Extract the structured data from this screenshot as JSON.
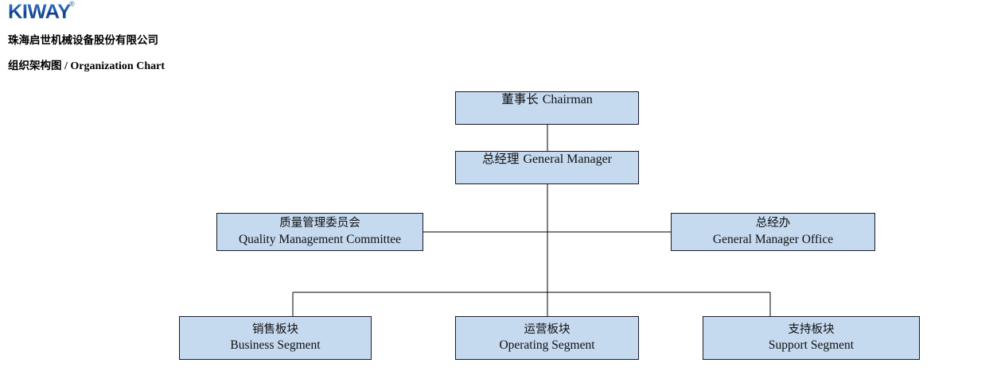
{
  "header": {
    "logo_text": "KIWAY",
    "logo_trademark": "®",
    "logo_icon": "kiway-wordmark",
    "company_name": "珠海启世机械设备股份有限公司",
    "title_zh": "组织架构图",
    "title_separator": " / ",
    "title_en": "Organization Chart"
  },
  "colors": {
    "node_fill": "#C5D9EF",
    "node_border": "#1A1A2E",
    "connector": "#000000",
    "logo_blue": "#1B56A5",
    "page_background": "#FFFFFF"
  },
  "chart_data": {
    "type": "diagram",
    "title": "组织架构图 / Organization Chart",
    "orientation": "top-down",
    "levels": 4,
    "nodes": [
      {
        "id": "chairman",
        "zh": "董事长",
        "en": "Chairman",
        "level": 1,
        "layout": "single"
      },
      {
        "id": "general-manager",
        "zh": "总经理",
        "en": "General Manager",
        "level": 2,
        "layout": "single"
      },
      {
        "id": "quality-committee",
        "zh": "质量管理委员会",
        "en": "Quality Management Committee",
        "level": 3,
        "layout": "two-line"
      },
      {
        "id": "gm-office",
        "zh": "总经办",
        "en": "General Manager Office",
        "level": 3,
        "layout": "two-line"
      },
      {
        "id": "business-segment",
        "zh": "销售板块",
        "en": "Business Segment",
        "level": 4,
        "layout": "two-line"
      },
      {
        "id": "operating-segment",
        "zh": "运营板块",
        "en": "Operating Segment",
        "level": 4,
        "layout": "two-line"
      },
      {
        "id": "support-segment",
        "zh": "支持板块",
        "en": "Support Segment",
        "level": 4,
        "layout": "two-line"
      }
    ],
    "edges": [
      {
        "from": "chairman",
        "to": "general-manager"
      },
      {
        "from": "general-manager",
        "to": "quality-committee"
      },
      {
        "from": "general-manager",
        "to": "gm-office"
      },
      {
        "from": "general-manager",
        "to": "business-segment"
      },
      {
        "from": "general-manager",
        "to": "operating-segment"
      },
      {
        "from": "general-manager",
        "to": "support-segment"
      }
    ]
  }
}
